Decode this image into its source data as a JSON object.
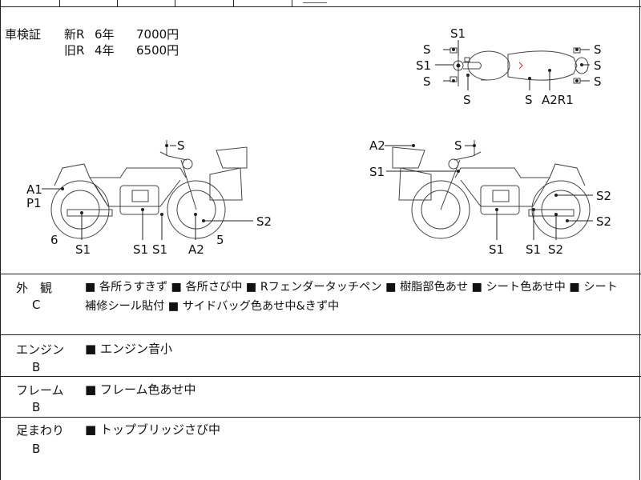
{
  "inspection": {
    "label": "車検証",
    "rows": [
      {
        "type": "新R",
        "years": "6年",
        "price": "7000円"
      },
      {
        "type": "旧R",
        "years": "4年",
        "price": "6500円"
      }
    ]
  },
  "diagram_labels": {
    "top": {
      "s1_top": "S1",
      "s_left1": "S",
      "s1_left": "S1",
      "s_left2": "S",
      "s_bottom_left": "S",
      "s_bottom_mid": "S",
      "a2r1": "A2R1",
      "s_right1": "S",
      "s_right2": "S",
      "s_right3": "S"
    },
    "left": {
      "s_mirror": "S",
      "a1": "A1",
      "p1": "P1",
      "n6": "6",
      "s1_a": "S1",
      "s1_b": "S1",
      "s1_c": "S1",
      "a2": "A2",
      "n5": "5",
      "s2": "S2"
    },
    "right": {
      "a2": "A2",
      "s_mirror": "S",
      "s1_top": "S1",
      "s2_a": "S2",
      "s2_b": "S2",
      "s1_a": "S1",
      "s1_b": "S1",
      "s2_c": "S2"
    }
  },
  "sections": [
    {
      "label": "外　観",
      "grade": "C",
      "line1": "■ 各所うすきず ■ 各所さび中 ■ Rフェンダータッチペン ■ 樹脂部色あせ ■ シート色あせ中 ■ シート",
      "line2": "補修シール貼付 ■ サイドバッグ色あせ中&きず中"
    },
    {
      "label": "エンジン",
      "grade": "B",
      "line1": "■ エンジン音小"
    },
    {
      "label": "フレーム",
      "grade": "B",
      "line1": "■ フレーム色あせ中"
    },
    {
      "label": "足まわり",
      "grade": "B",
      "line1": "■ トップブリッジさび中"
    }
  ]
}
